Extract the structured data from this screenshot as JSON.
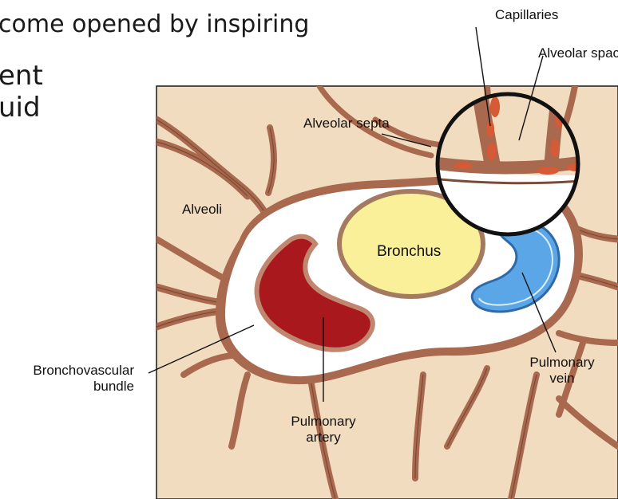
{
  "slide": {
    "line1": "come opened by inspiring",
    "line2": "ent",
    "line3": "uid"
  },
  "diagram": {
    "labels": {
      "capillaries": "Capillaries",
      "alveolar_space": "Alveolar space",
      "alveolar_septa": "Alveolar septa",
      "alveoli": "Alveoli",
      "bronchus": "Bronchus",
      "bronchovascular_1": "Bronchovascular",
      "bronchovascular_2": "bundle",
      "pulmonary_vein_1": "Pulmonary",
      "pulmonary_vein_2": "vein",
      "pulmonary_artery_1": "Pulmonary",
      "pulmonary_artery_2": "artery"
    },
    "colors": {
      "tissue_background": "#f2dcc0",
      "septa": "#a8694f",
      "septa_dark": "#7a4a36",
      "bundle_sheath": "#ffffff",
      "artery": "#a8181c",
      "artery_rim": "#c0866f",
      "bronchus": "#fbf09a",
      "bronchus_rim": "#a47a60",
      "vein": "#5aa6e6",
      "vein_rim": "#2f6aa8",
      "capillary_cells": "#d65a36",
      "outline": "#1a1a1a"
    }
  }
}
